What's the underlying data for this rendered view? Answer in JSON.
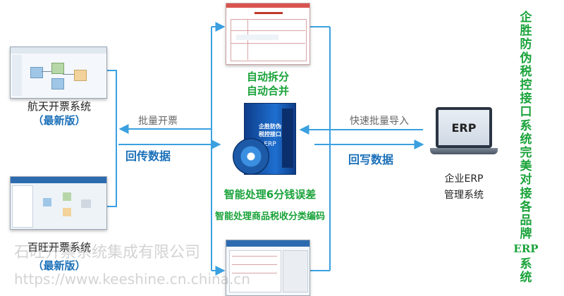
{
  "left_top": {
    "title": "航天开票系统",
    "version": "（最新版）"
  },
  "left_bottom": {
    "title": "百旺开票系统",
    "version": "（最新版）"
  },
  "center": {
    "auto_split": "自动拆分",
    "auto_merge": "自动合并",
    "error_handling": "智能处理6分钱误差",
    "tax_code": "智能处理商品税收分类编码",
    "box_label_1": "企胜防伪税控接口",
    "box_label_2": "ERP"
  },
  "arrows": {
    "batch_invoice": "批量开票",
    "return_data": "回传数据",
    "fast_import": "快速批量导入",
    "writeback_data": "回写数据"
  },
  "erp": {
    "screen_text": "ERP",
    "line1": "企业ERP",
    "line2": "管理系统"
  },
  "side_text": {
    "chars": [
      "企",
      "胜",
      "防",
      "伪",
      "税",
      "控",
      "接",
      "口",
      "系",
      "统",
      "完",
      "美",
      "对",
      "接",
      "各",
      "品",
      "牌"
    ],
    "erp": "ERP",
    "tail": [
      "系",
      "统"
    ]
  },
  "watermark": {
    "line1": "石旺开票系统集成有限公司",
    "line2": "https://www.keeshine.cn.china.cn"
  },
  "colors": {
    "green": "#1aa33a",
    "blue": "#1a6fb8",
    "arrow": "#3aa0e0"
  }
}
